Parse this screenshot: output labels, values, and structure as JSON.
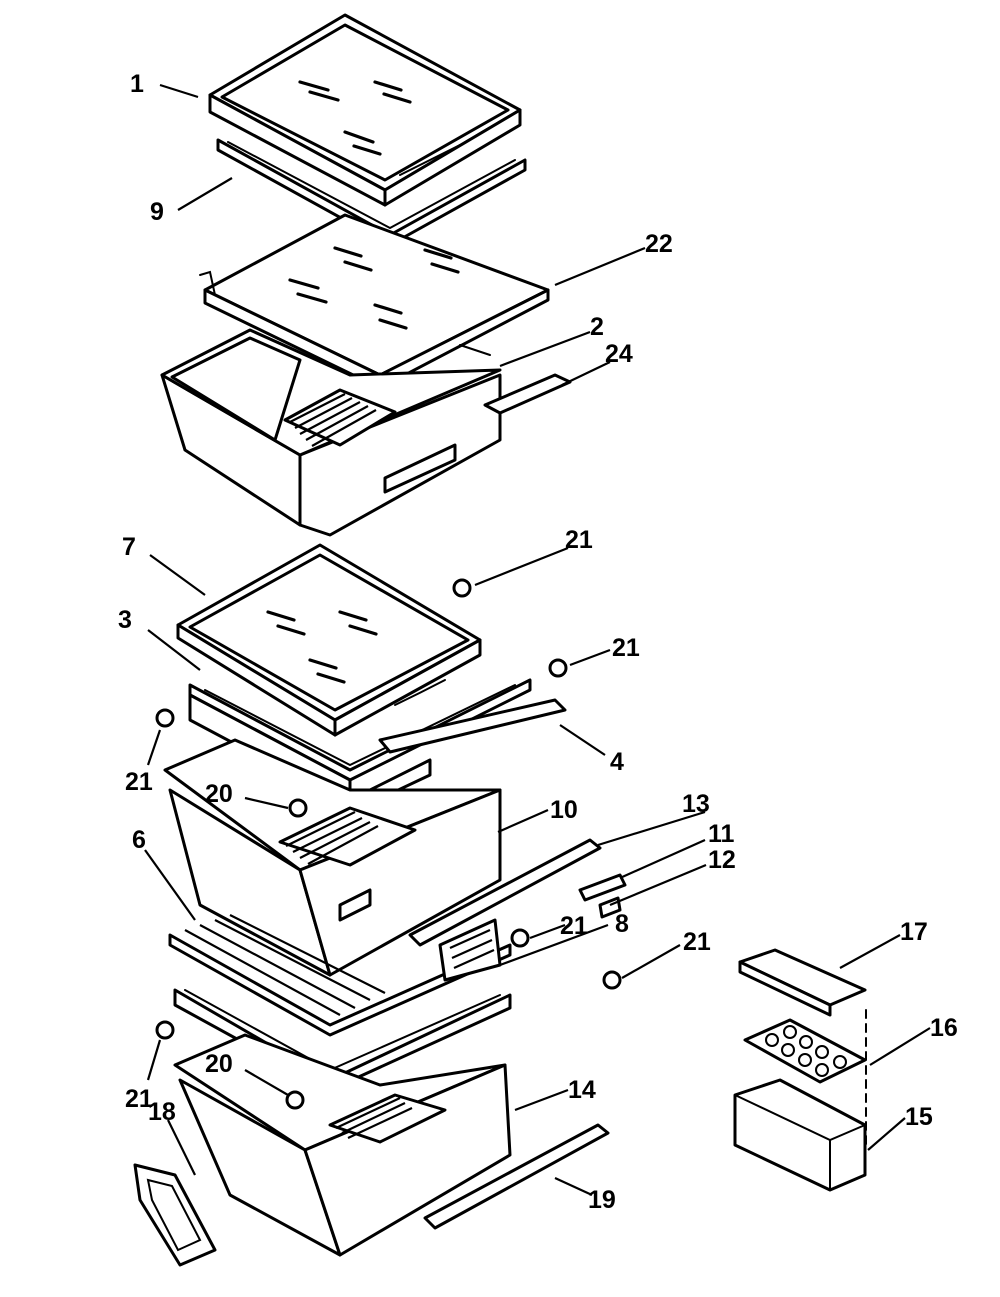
{
  "colors": {
    "ink": "#000000",
    "paper": "#ffffff"
  },
  "callouts": [
    {
      "id": "c1",
      "label": "1"
    },
    {
      "id": "c9",
      "label": "9"
    },
    {
      "id": "c22",
      "label": "22"
    },
    {
      "id": "c2",
      "label": "2"
    },
    {
      "id": "c24",
      "label": "24"
    },
    {
      "id": "c7",
      "label": "7"
    },
    {
      "id": "c21a",
      "label": "21"
    },
    {
      "id": "c3",
      "label": "3"
    },
    {
      "id": "c21b",
      "label": "21"
    },
    {
      "id": "c4",
      "label": "4"
    },
    {
      "id": "c21c",
      "label": "21"
    },
    {
      "id": "c20a",
      "label": "20"
    },
    {
      "id": "c10",
      "label": "10"
    },
    {
      "id": "c13",
      "label": "13"
    },
    {
      "id": "c11",
      "label": "11"
    },
    {
      "id": "c6",
      "label": "6"
    },
    {
      "id": "c12",
      "label": "12"
    },
    {
      "id": "c8",
      "label": "8"
    },
    {
      "id": "c21d",
      "label": "21"
    },
    {
      "id": "c21e",
      "label": "21"
    },
    {
      "id": "c17",
      "label": "17"
    },
    {
      "id": "c16",
      "label": "16"
    },
    {
      "id": "c21f",
      "label": "21"
    },
    {
      "id": "c20b",
      "label": "20"
    },
    {
      "id": "c14",
      "label": "14"
    },
    {
      "id": "c18",
      "label": "18"
    },
    {
      "id": "c15",
      "label": "15"
    },
    {
      "id": "c19",
      "label": "19"
    }
  ]
}
